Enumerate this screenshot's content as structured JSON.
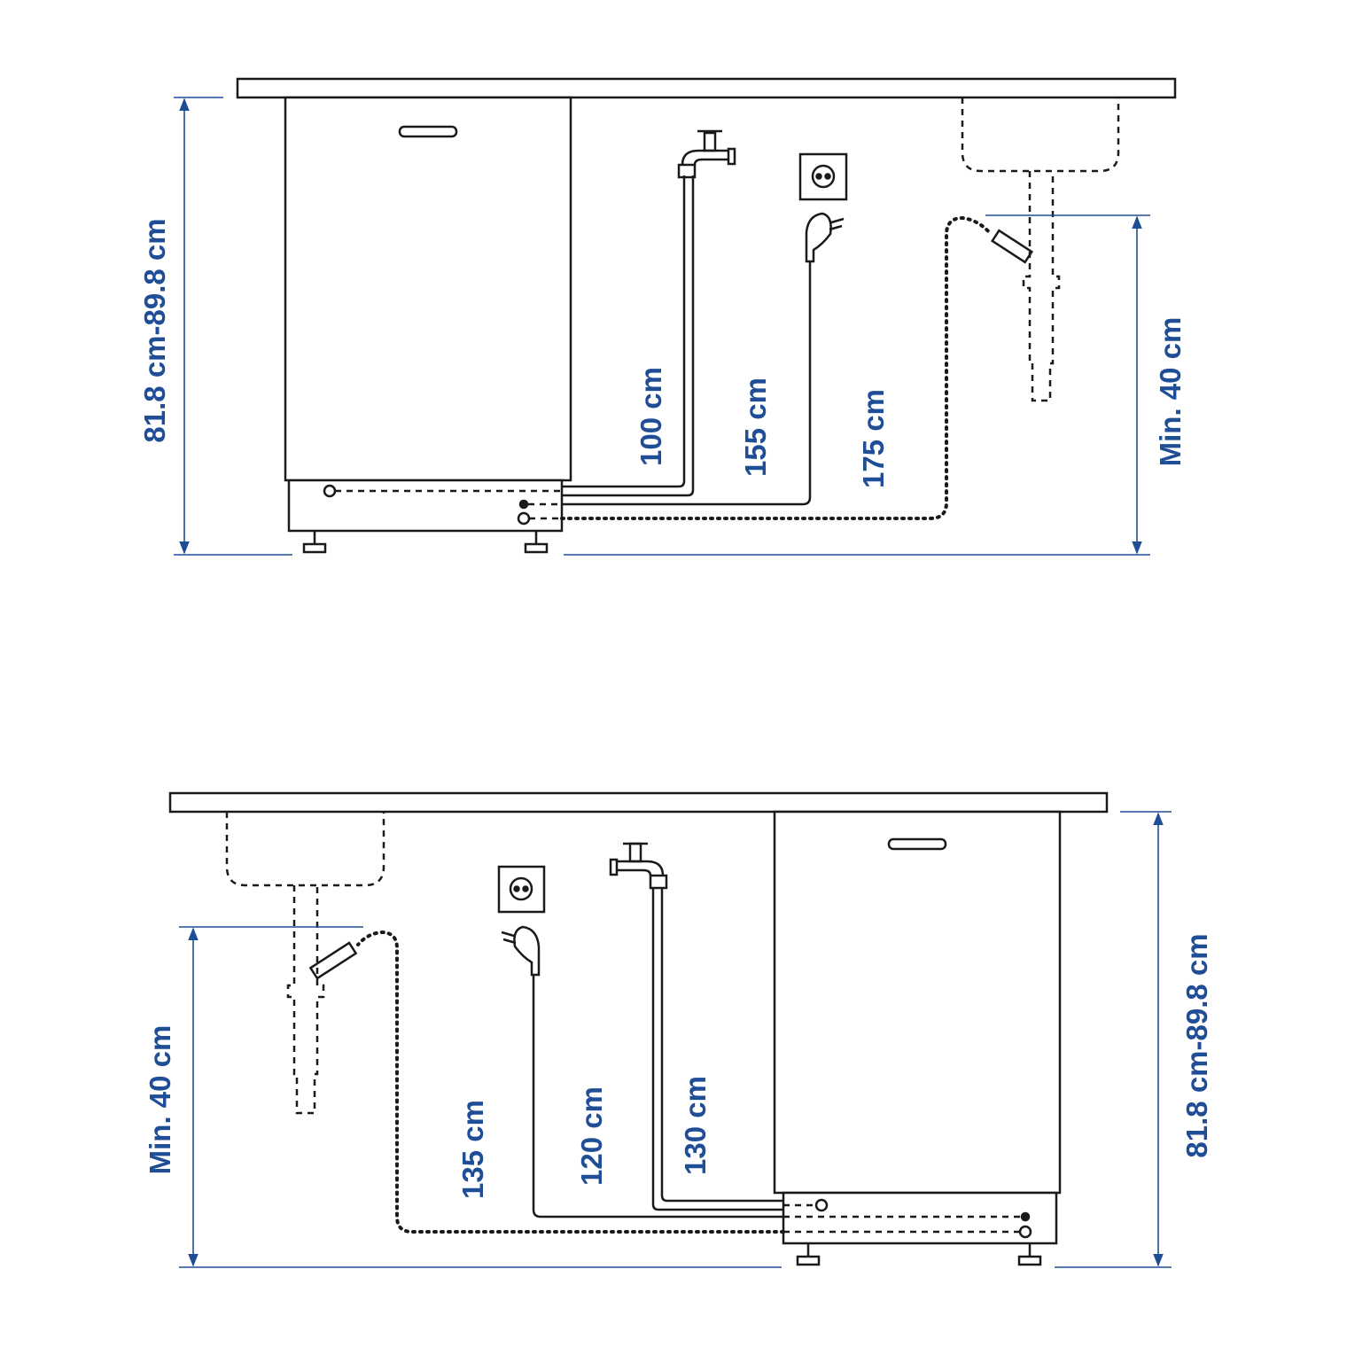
{
  "colors": {
    "line": "#1a1a1a",
    "dimension": "#1f4e96"
  },
  "diagram_top": {
    "height_label": "81.8 cm-89.8 cm",
    "drain_height_label": "Min. 40 cm",
    "water_hose_label": "100 cm",
    "power_cable_label": "155 cm",
    "drain_hose_label": "175 cm"
  },
  "diagram_bottom": {
    "height_label": "81.8 cm-89.8 cm",
    "drain_height_label": "Min. 40 cm",
    "drain_hose_label": "135 cm",
    "power_cable_label": "120 cm",
    "water_hose_label": "130 cm"
  }
}
